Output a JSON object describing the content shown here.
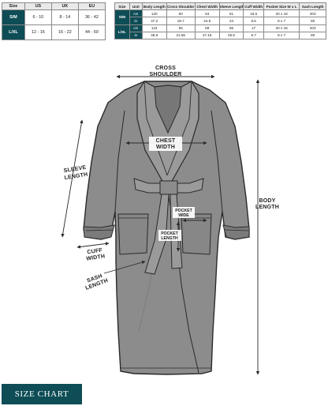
{
  "left_table": {
    "headers": [
      "Size",
      "US",
      "UK",
      "EU"
    ],
    "rows": [
      {
        "size": "S/M",
        "us": "6 - 10",
        "uk": "8 - 14",
        "eu": "36 - 42"
      },
      {
        "size": "L/XL",
        "us": "12 - 16",
        "uk": "16 - 22",
        "eu": "44 - 50"
      }
    ]
  },
  "right_table": {
    "headers": [
      "Size",
      "Unit",
      "Body Length",
      "Cross Shoulder",
      "Chest Width",
      "Sleeve Length",
      "Cuff Width",
      "Pocket Size W x L",
      "Sash Length"
    ],
    "groups": [
      {
        "size": "S/M",
        "rows": [
          {
            "unit": "cm",
            "values": [
              "120",
              "50",
              "63",
              "61",
              "16.5",
              "20 x 18",
              "203"
            ]
          },
          {
            "unit": "in",
            "values": [
              "47.2",
              "19.7",
              "24.8",
              "24",
              "6.5",
              "8 x 7",
              "80"
            ]
          }
        ]
      },
      {
        "size": "L/XL",
        "rows": [
          {
            "unit": "cm",
            "values": [
              "124",
              "55",
              "69",
              "65",
              "17",
              "20 x 18",
              "203"
            ]
          },
          {
            "unit": "in",
            "values": [
              "48.8",
              "21.65",
              "27.15",
              "25.6",
              "6.7",
              "8 x 7",
              "80"
            ]
          }
        ]
      }
    ]
  },
  "labels": {
    "cross_shoulder_1": "CROSS",
    "cross_shoulder_2": "SHOULDER",
    "chest_width_1": "CHEST",
    "chest_width_2": "WIDTH",
    "sleeve_length_1": "SLEEVE",
    "sleeve_length_2": "LENGTH",
    "body_length_1": "BODY",
    "body_length_2": "LENGTH",
    "pocket_wide_1": "POCKET",
    "pocket_wide_2": "WIDE",
    "pocket_length_1": "POCKET",
    "pocket_length_2": "LENGTH",
    "cuff_width_1": "CUFF",
    "cuff_width_2": "WIDTH",
    "sash_length_1": "SASH",
    "sash_length_2": "LENGTH"
  },
  "footer": {
    "badge": "SIZE CHART"
  },
  "colors": {
    "accent": "#0e4d56",
    "robe": "#8c8c8c",
    "robe_dark": "#6f6f6f",
    "outline": "#2a2a2a"
  }
}
